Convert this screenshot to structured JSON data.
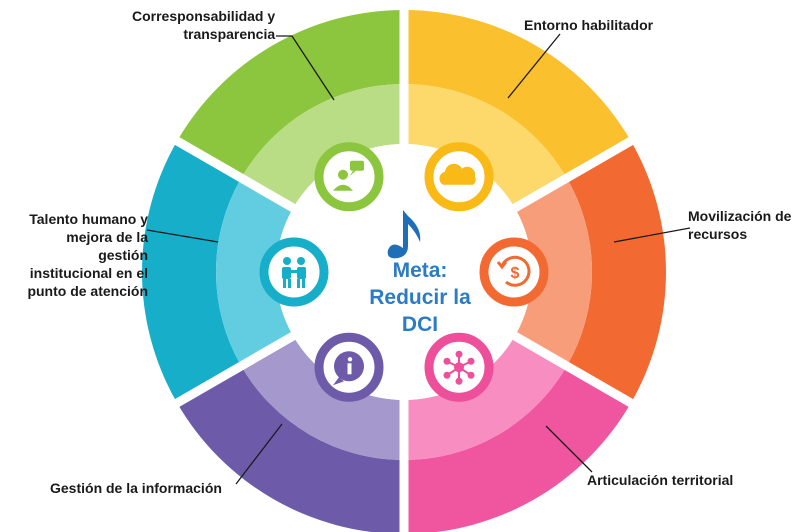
{
  "center": {
    "lines": [
      "Meta:",
      "Reducir la",
      "DCI"
    ],
    "color": "#2b7cc4"
  },
  "segments": [
    {
      "id": "corresponsabilidad",
      "lines": [
        "Corresponsabilidad y",
        "transparencia"
      ],
      "icon": "people-chat-icon",
      "outer_color": "#8cc63e",
      "mid_color": "#b9dd85",
      "icon_color": "#8cc63e"
    },
    {
      "id": "entorno",
      "lines": [
        "Entorno habilitador"
      ],
      "icon": "cloud-icon",
      "outer_color": "#fbc02d",
      "mid_color": "#fdd86a",
      "icon_color": "#f9b916"
    },
    {
      "id": "movilizacion",
      "lines": [
        "Movilización de",
        "recursos"
      ],
      "icon": "dollar-refresh-icon",
      "outer_color": "#f26a31",
      "mid_color": "#f89d7a",
      "icon_color": "#f26a31"
    },
    {
      "id": "articulacion",
      "lines": [
        "Articulación territorial"
      ],
      "icon": "network-icon",
      "outer_color": "#f0569f",
      "mid_color": "#f78dc0",
      "icon_color": "#ee4f9a"
    },
    {
      "id": "gestion-informacion",
      "lines": [
        "Gestión de la información"
      ],
      "icon": "info-bubble-icon",
      "outer_color": "#6d5baa",
      "mid_color": "#a598cd",
      "icon_color": "#6d5baa"
    },
    {
      "id": "talento",
      "lines": [
        "Talento humano y",
        "mejora de la",
        "gestión",
        "institucional en el",
        "punto de atención"
      ],
      "icon": "handshake-people-icon",
      "outer_color": "#17aeca",
      "mid_color": "#62cde0",
      "icon_color": "#17aeca"
    }
  ]
}
